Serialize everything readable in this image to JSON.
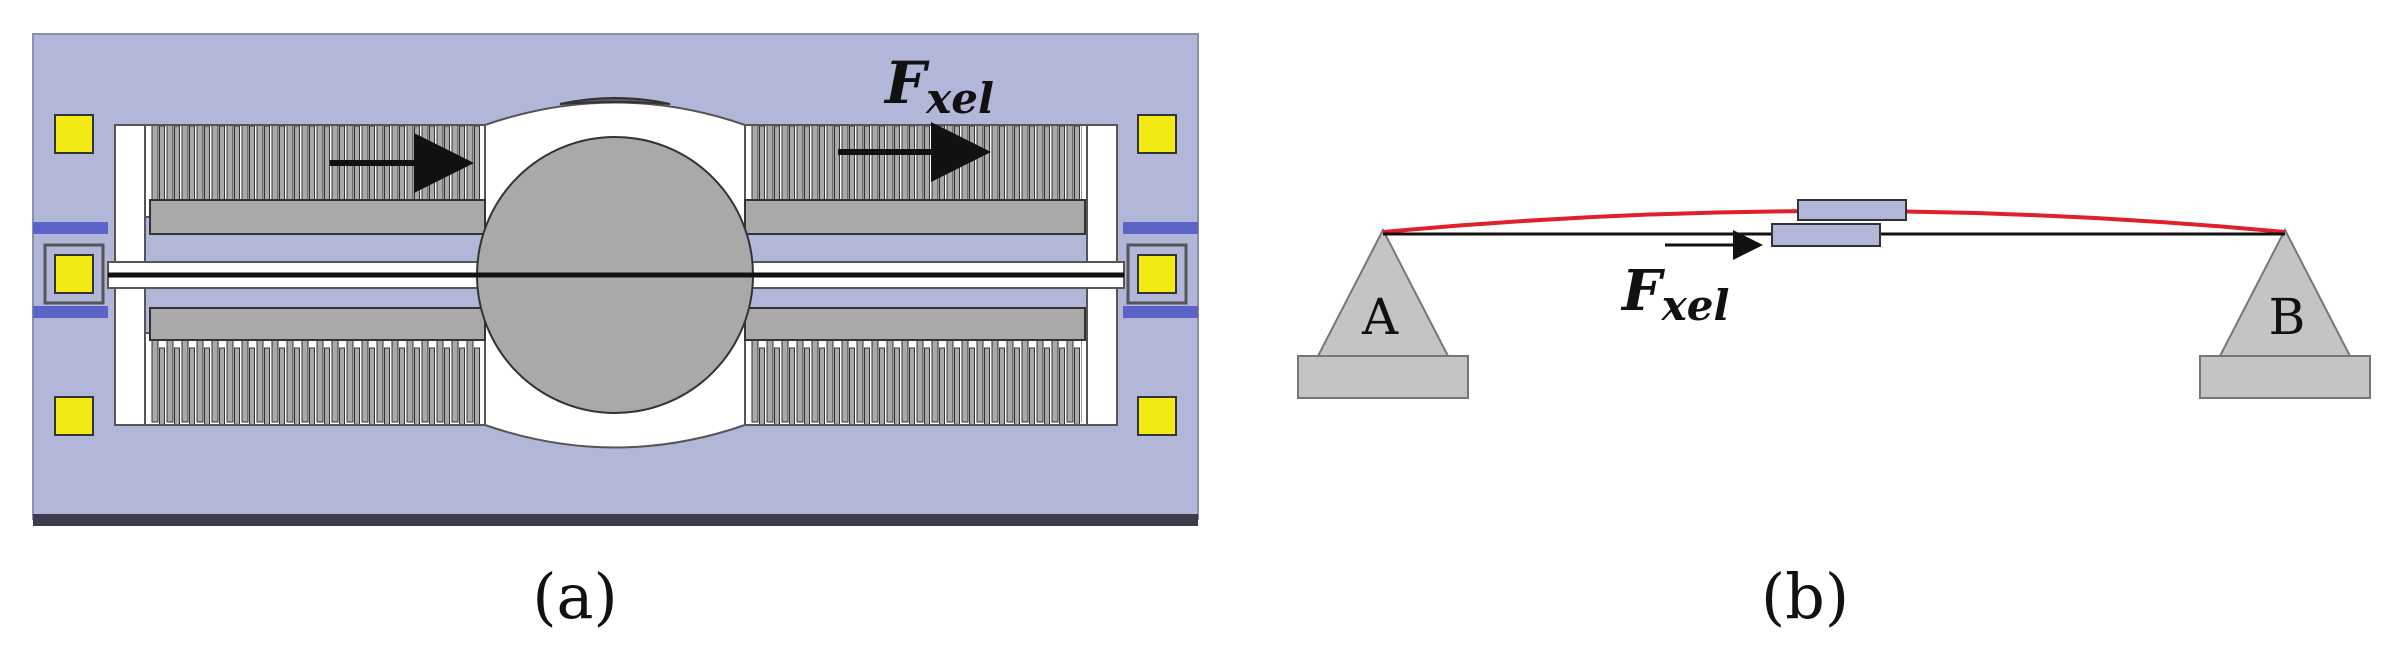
{
  "panel_a": {
    "force_symbol": "F",
    "force_subscript": "xel",
    "caption": "(a)"
  },
  "panel_b": {
    "support_left": "A",
    "support_right": "B",
    "force_symbol": "F",
    "force_subscript": "xel",
    "caption": "(b)"
  },
  "colors": {
    "substrate": "#b2b7d9",
    "structure_gray": "#a9a9a9",
    "pad_yellow": "#f2ea12",
    "electrode_blue": "#5c63c7",
    "deflected_beam_red": "#e0202a",
    "support_gray": "#c4c4c4"
  }
}
